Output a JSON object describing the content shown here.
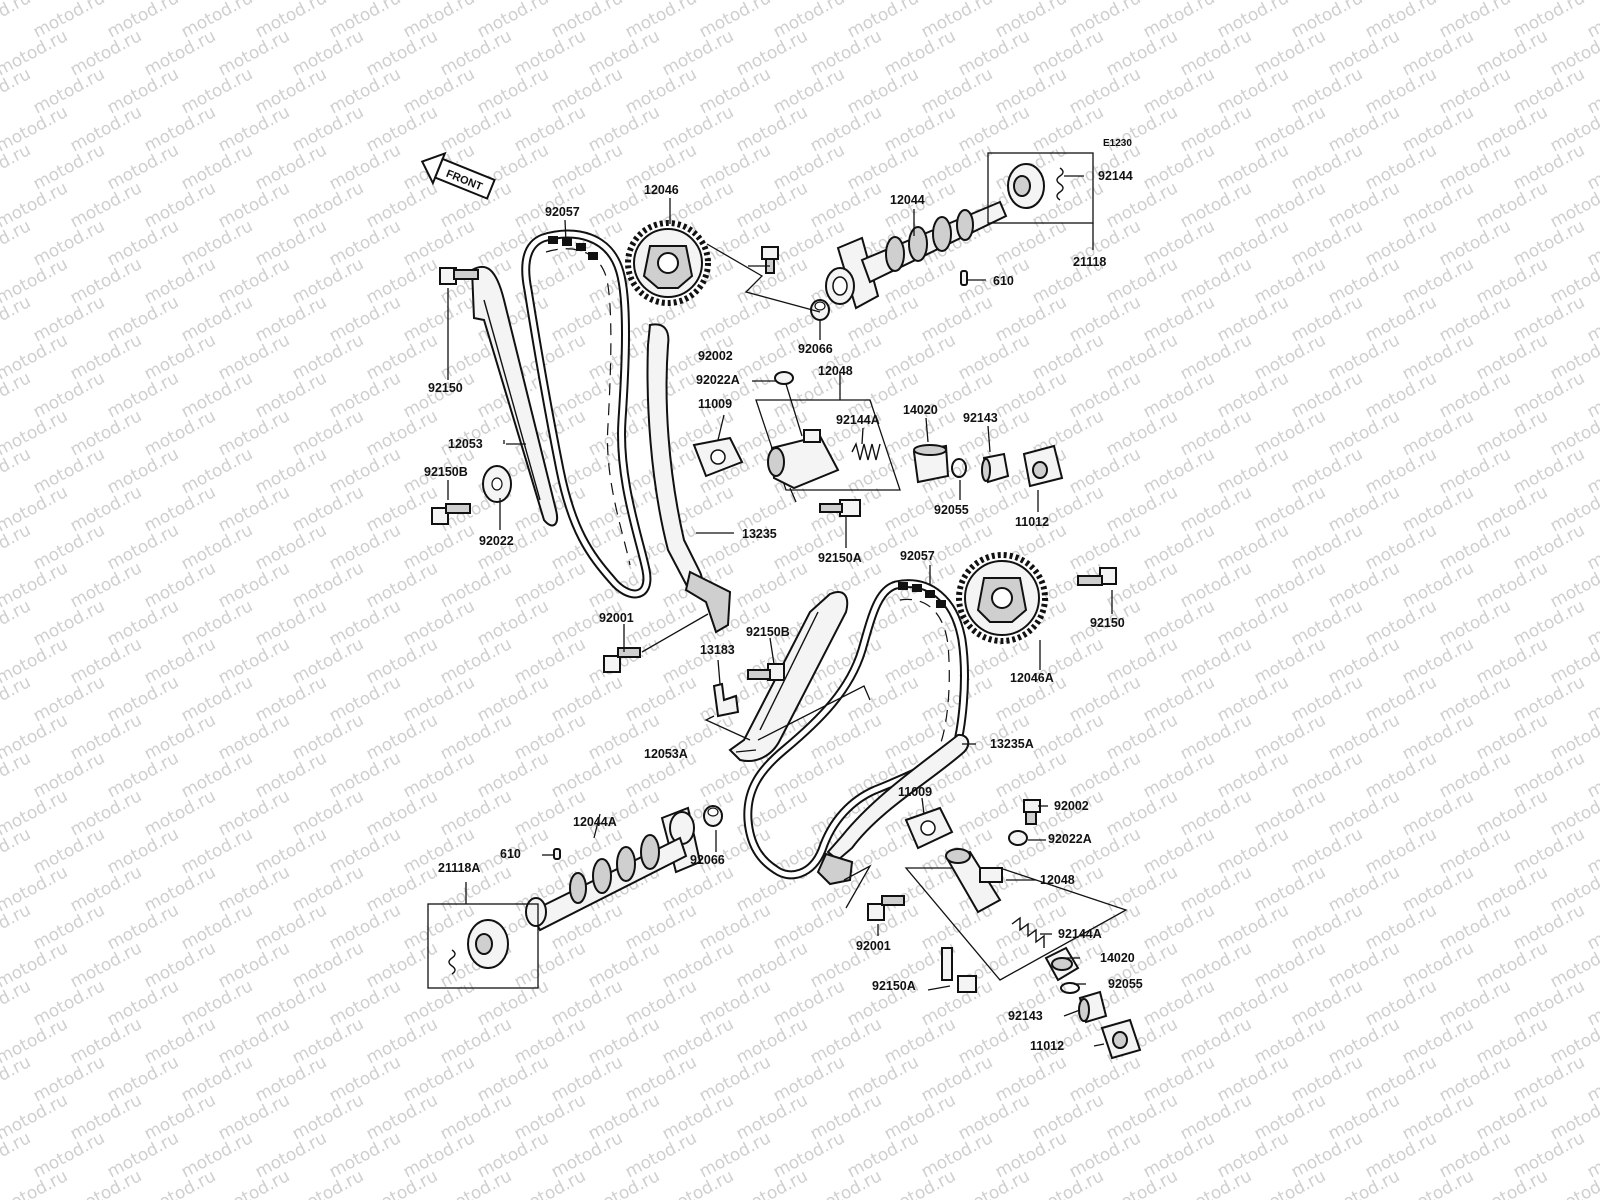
{
  "watermark": {
    "text": "motod.ru",
    "color": "#cfcfcf"
  },
  "diagram_code": "E1230",
  "front_label": "FRONT",
  "part_numbers": {
    "p92057": "92057",
    "p12046": "12046",
    "p12044": "12044",
    "p92144": "92144",
    "p21118": "21118",
    "p610": "610",
    "p92066": "92066",
    "p92002": "92002",
    "p92150": "92150",
    "p12048": "12048",
    "p92022A": "92022A",
    "p11009": "11009",
    "p92144A": "92144A",
    "p14020": "14020",
    "p92143": "92143",
    "p12053": "12053",
    "p92150B": "92150B",
    "p92055": "92055",
    "p11012": "11012",
    "p92022": "92022",
    "p13235": "13235",
    "p92150A": "92150A",
    "p92057b": "92057",
    "p92150c": "92150",
    "p92001": "92001",
    "p92150Bb": "92150B",
    "p13183": "13183",
    "p12046A": "12046A",
    "p12053A": "12053A",
    "p13235A": "13235A",
    "p11009b": "11009",
    "p92002b": "92002",
    "p12044A": "12044A",
    "p610b": "610",
    "p92066b": "92066",
    "p92022Ab": "92022A",
    "p21118A": "21118A",
    "p12048b": "12048",
    "p92144Ab": "92144A",
    "p92001b": "92001",
    "p14020b": "14020",
    "p92150Ab": "92150A",
    "p92055b": "92055",
    "p92143b": "92143",
    "p11012b": "11012"
  }
}
